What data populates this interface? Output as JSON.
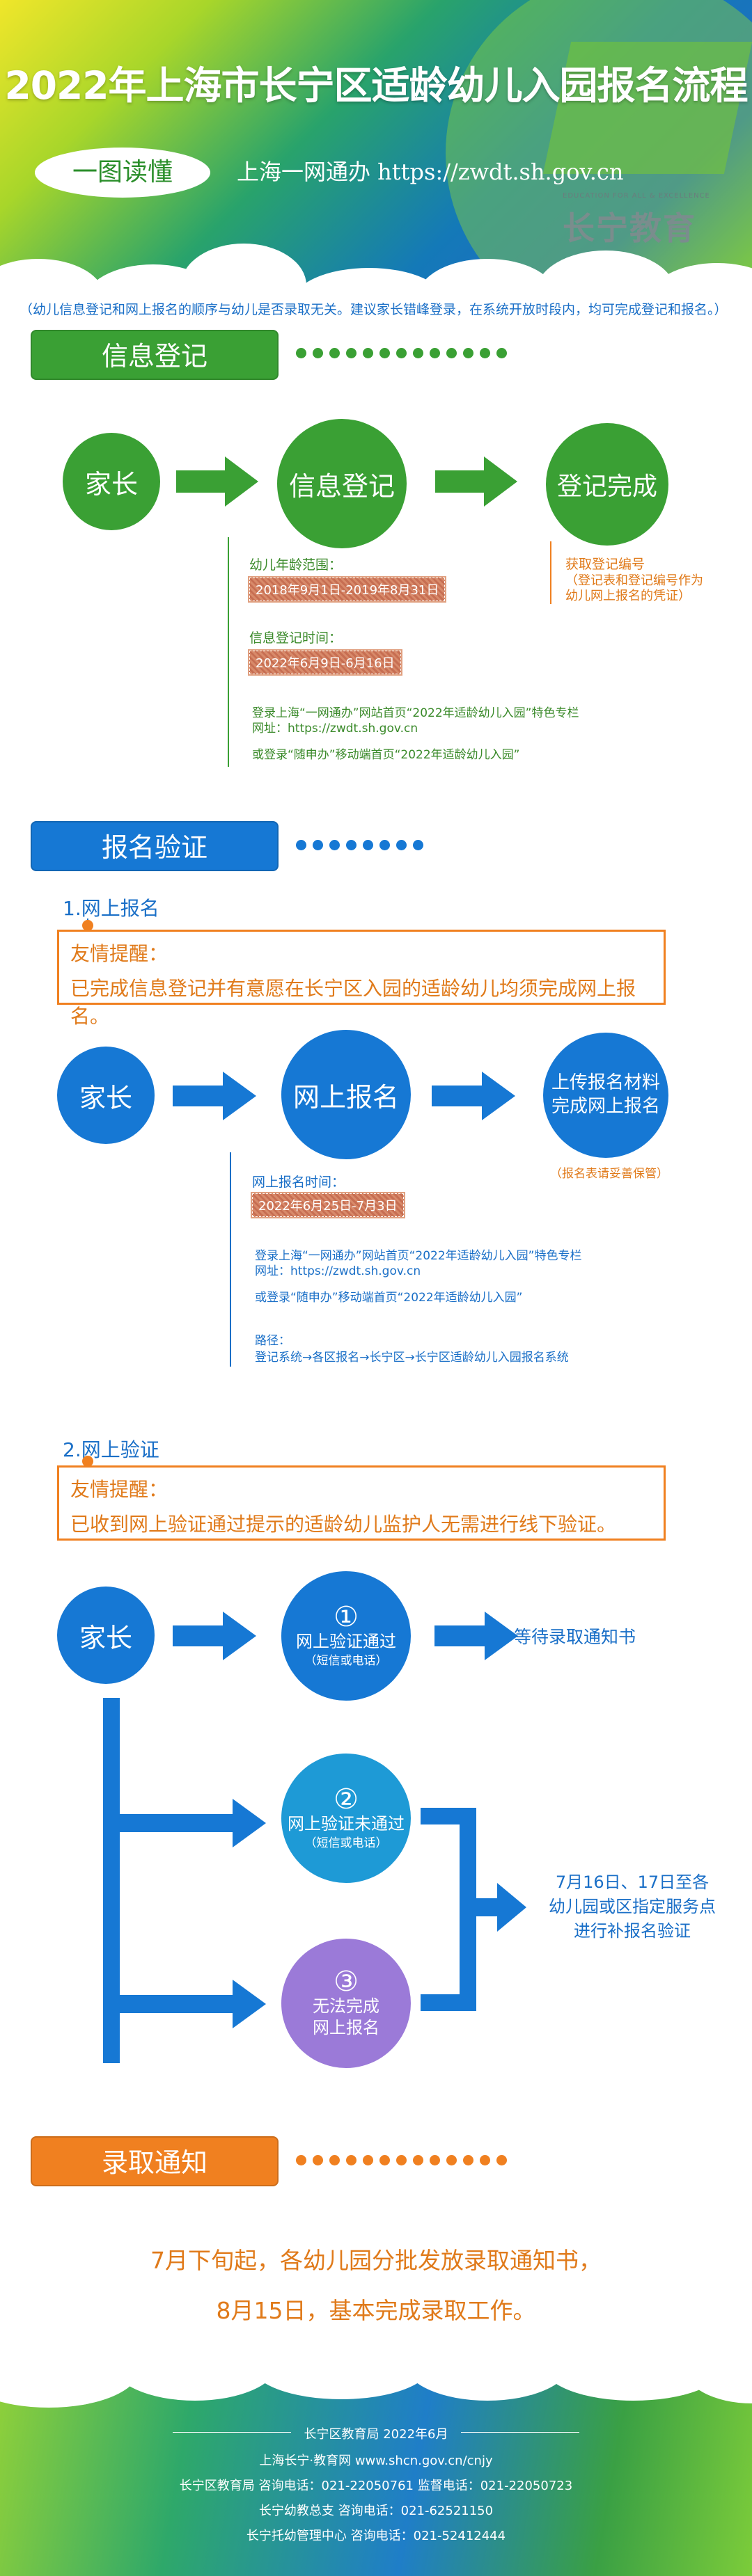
{
  "header": {
    "title": "2022年上海市长宁区适龄幼儿入园报名流程",
    "pill": "一图读懂",
    "portal": "上海一网通办 https://zwdt.sh.gov.cn",
    "logo": "长宁教育",
    "logo_en": "EDUCATION FOR ALL & EXCELLENCE"
  },
  "intro": "（幼儿信息登记和网上报名的顺序与幼儿是否录取无关。建议家长错峰登录，在系统开放时段内，均可完成登记和报名。）",
  "colors": {
    "green": "#3aa034",
    "blue": "#1678d4",
    "orange": "#f08020"
  },
  "s1": {
    "header": "信息登记",
    "c1": "家长",
    "c2": "信息登记",
    "c3": "登记完成",
    "age_label": "幼儿年龄范围：",
    "age_value": "2018年9月1日-2019年8月31日",
    "time_label": "信息登记时间：",
    "time_value": "2022年6月9日-6月16日",
    "web1": "登录上海“一网通办”网站首页“2022年适龄幼儿入园”特色专栏",
    "web2": "网址：https://zwdt.sh.gov.cn",
    "app": "或登录“随申办”移动端首页“2022年适龄幼儿入园”",
    "done1": "获取登记编号",
    "done2": "（登记表和登记编号作为",
    "done3": "幼儿网上报名的凭证）"
  },
  "s2": {
    "header": "报名验证",
    "sub1": "1.网上报名",
    "warn_title": "友情提醒：",
    "warn1": "已完成信息登记并有意愿在长宁区入园的适龄幼儿均须完成网上报名。",
    "c1": "家长",
    "c2": "网上报名",
    "c3a": "上传报名材料",
    "c3b": "完成网上报名",
    "keep": "（报名表请妥善保管）",
    "time_label": "网上报名时间：",
    "time_value": "2022年6月25日-7月3日",
    "web1": "登录上海“一网通办”网站首页“2022年适龄幼儿入园”特色专栏",
    "web2": "网址：https://zwdt.sh.gov.cn",
    "app": "或登录“随申办”移动端首页“2022年适龄幼儿入园”",
    "path_label": "路径：",
    "path_value": "登记系统→各区报名→长宁区→长宁区适龄幼儿入园报名系统",
    "sub2": "2.网上验证",
    "warn2_title": "友情提醒：",
    "warn2": "已收到网上验证通过提示的适龄幼儿监护人无需进行线下验证。",
    "v1_num": "①",
    "v1a": "网上验证通过",
    "v1b": "（短信或电话）",
    "v2_num": "②",
    "v2a": "网上验证未通过",
    "v2b": "（短信或电话）",
    "v3_num": "③",
    "v3a": "无法完成",
    "v3b": "网上报名",
    "result1": "等待录取通知书",
    "result2a": "7月16日、17日至各",
    "result2b": "幼儿园或区指定服务点",
    "result2c": "进行补报名验证"
  },
  "s3": {
    "header": "录取通知",
    "line1": "7月下旬起，各幼儿园分批发放录取通知书，",
    "line2": "8月15日，基本完成录取工作。"
  },
  "footer": {
    "org_date": "长宁区教育局 2022年6月",
    "l1": "上海长宁·教育网 www.shcn.gov.cn/cnjy",
    "l2": "长宁区教育局 咨询电话：021-22050761 监督电话：021-22050723",
    "l3": "长宁幼教总支 咨询电话：021-62521150",
    "l4": "长宁托幼管理中心 咨询电话：021-52412444"
  }
}
